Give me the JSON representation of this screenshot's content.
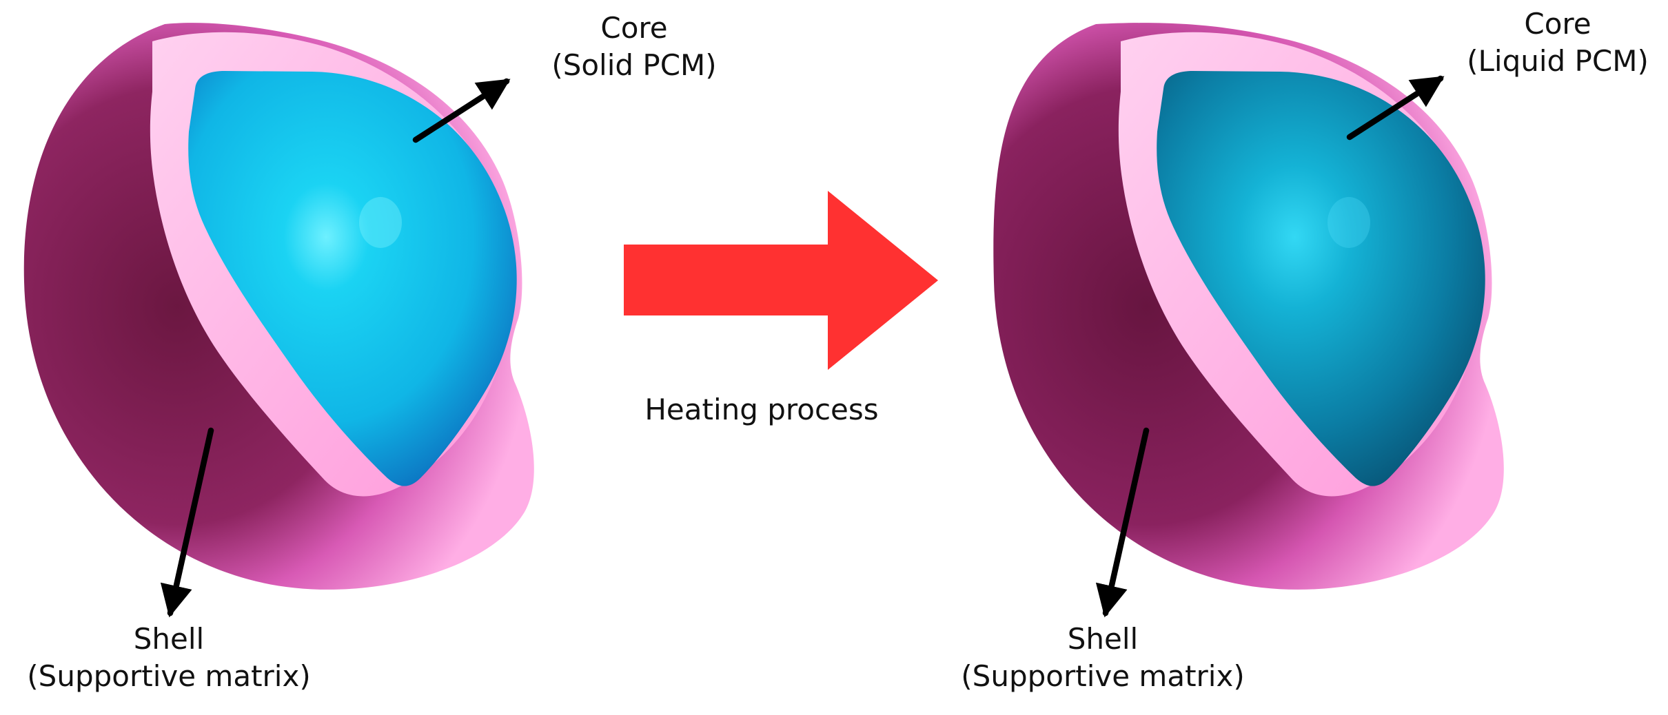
{
  "left_particle": {
    "core_title": "Core",
    "core_state": "(Solid PCM)",
    "shell_title": "Shell",
    "shell_note": "(Supportive matrix)",
    "core_color": "#12C9EF",
    "shell_color": "#FF9FDC"
  },
  "right_particle": {
    "core_title": "Core",
    "core_state": "(Liquid PCM)",
    "shell_title": "Shell",
    "shell_note": "(Supportive matrix)",
    "core_color": "#0E9FBC",
    "shell_color": "#FF9FDC"
  },
  "process": {
    "label": "Heating process",
    "arrow_color": "#FF3131"
  }
}
